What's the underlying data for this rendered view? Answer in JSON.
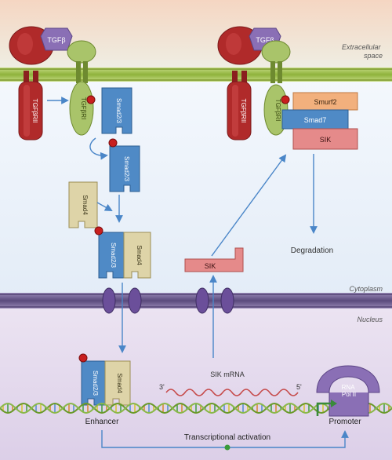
{
  "compartments": {
    "extracellular": "Extracellular\nspace",
    "cytoplasm": "Cytoplasm",
    "nucleus": "Nucleus"
  },
  "ligands": {
    "left": "TGFβ",
    "right": "TGFβ"
  },
  "receptors": {
    "type2_left": "TGFβRII",
    "type1_left": "TGFβRI",
    "type2_right": "TGFβRII",
    "type1_right": "TGFβRI"
  },
  "proteins": {
    "smad23_top": "Smad2/3",
    "smad23_mid": "Smad2/3",
    "smad4_free": "Smad4",
    "smad23_complex": "Smad2/3",
    "smad4_complex": "Smad4",
    "smad23_nuclear": "Smad2/3",
    "smad4_nuclear": "Smad4",
    "smurf2": "Smurf2",
    "smad7": "Smad7",
    "sik_complex": "SIK",
    "sik_cytoplasm": "SIK",
    "rna_pol": "RNA\nPol II"
  },
  "labels": {
    "degradation": "Degradation",
    "sik_mrna": "SIK mRNA",
    "three_prime": "3'",
    "five_prime": "5'",
    "enhancer": "Enhancer",
    "promoter": "Promoter",
    "transcriptional_activation": "Transcriptional activation"
  },
  "colors": {
    "extracellular_top": "#f6dccb",
    "cytoplasm": "#eaf2fb",
    "nucleus": "#e6dcee",
    "membrane": "#9fbf4a",
    "nuclear_membrane": "#6d5a8c",
    "receptor_red": "#b02a2a",
    "receptor_green": "#a9c46a",
    "ligand_purple": "#8a6fb5",
    "smad_blue": "#4f8ac6",
    "smad4_beige": "#ded4a8",
    "smurf2_orange": "#f2b07d",
    "sik_pink": "#e58a8a",
    "arrow_blue": "#4a86c8"
  }
}
